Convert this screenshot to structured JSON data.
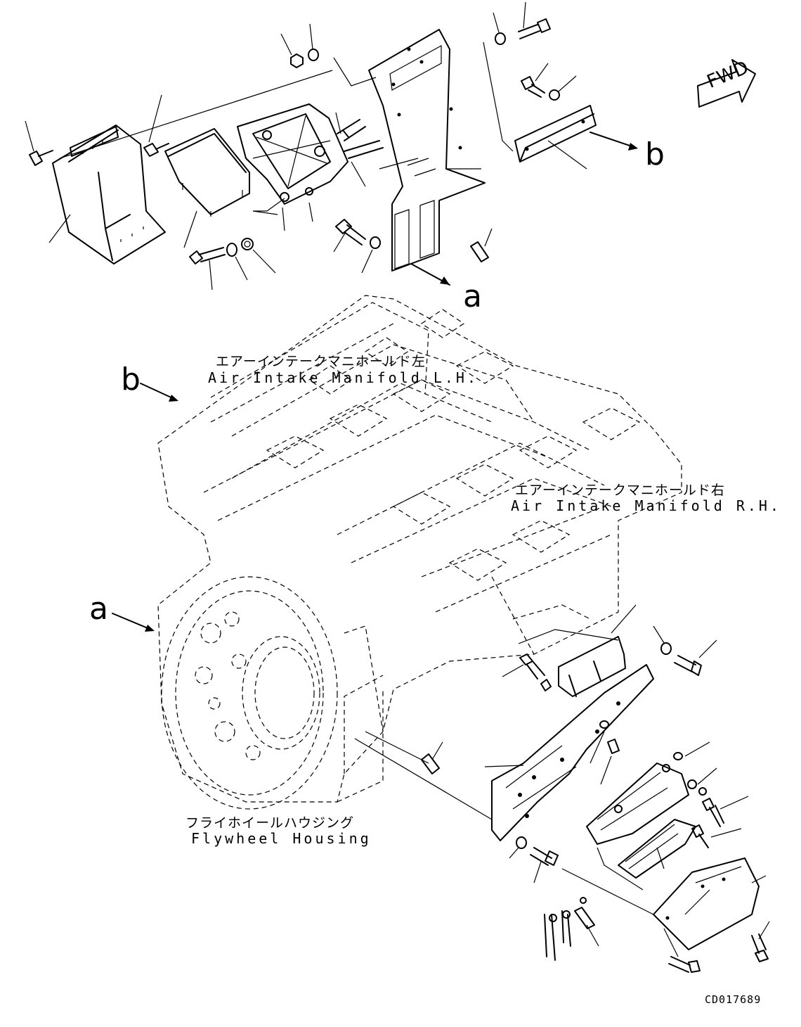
{
  "labels": {
    "manifold_lh_jp": "エアーインテークマニホールド左",
    "manifold_lh_en": "Air Intake Manifold L.H.",
    "manifold_rh_jp": "エアーインテークマニホールド右",
    "manifold_rh_en": "Air Intake Manifold R.H.",
    "flywheel_jp": "フライホイールハウジング",
    "flywheel_en": "Flywheel Housing"
  },
  "markers": {
    "a_top": "a",
    "b_top": "b",
    "a_engine": "a",
    "b_engine": "b"
  },
  "fwd_label": "FWD",
  "drawing_code": "CD017689"
}
